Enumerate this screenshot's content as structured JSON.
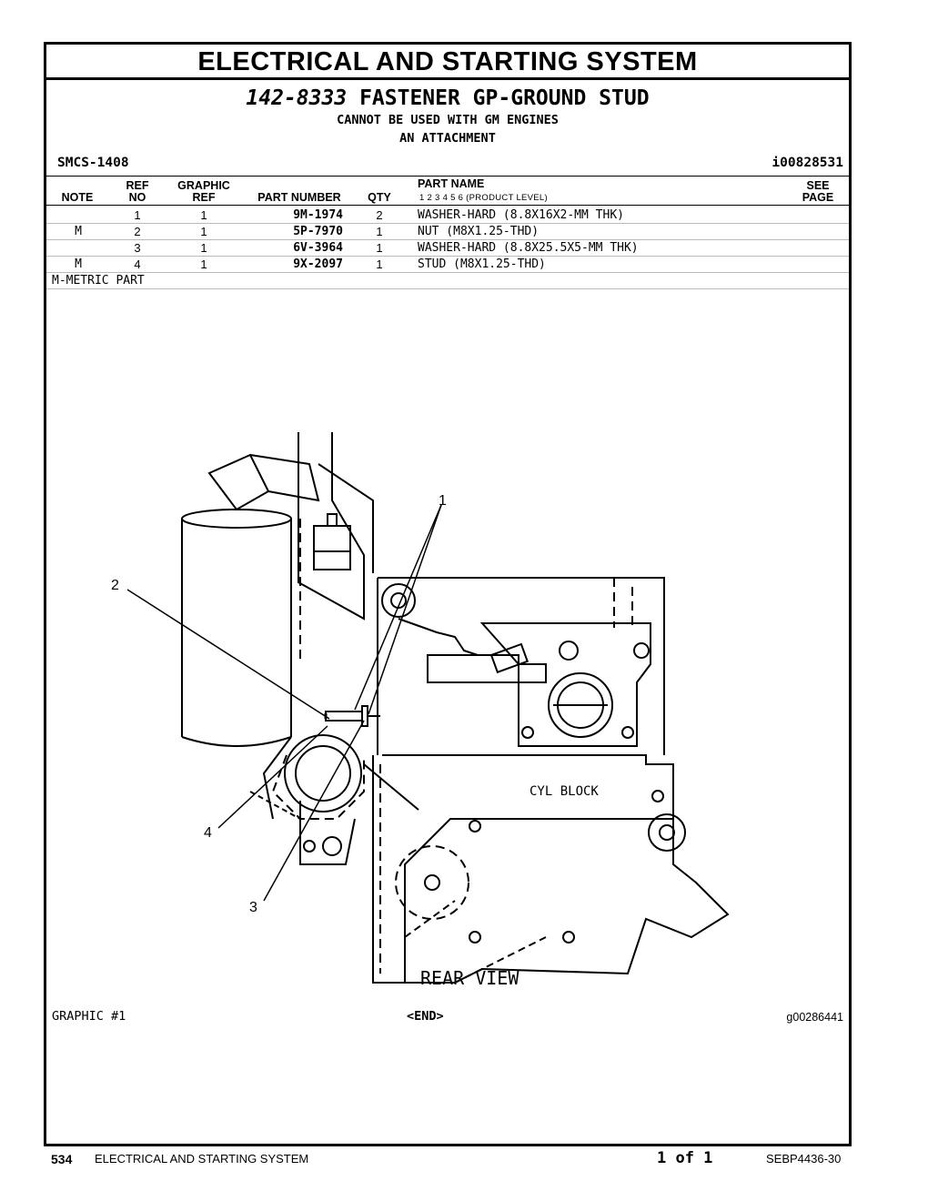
{
  "section_title": "ELECTRICAL AND STARTING SYSTEM",
  "group": {
    "part_number": "142-8333",
    "name": "FASTENER GP-GROUND STUD",
    "note1": "CANNOT BE USED WITH GM ENGINES",
    "note2": "AN ATTACHMENT"
  },
  "smcs": "SMCS-1408",
  "doc_id": "i00828531",
  "headers": {
    "note": "NOTE",
    "ref": "REF",
    "no": "NO",
    "graphic": "GRAPHIC",
    "graphic_ref": "REF",
    "part_number": "PART NUMBER",
    "qty": "QTY",
    "part_name": "PART NAME",
    "levels": "1 2 3 4 5 6 (PRODUCT LEVEL)",
    "see": "SEE",
    "page": "PAGE"
  },
  "rows": [
    {
      "note": "",
      "ref": "1",
      "graphic": "1",
      "part_number": "9M-1974",
      "qty": "2",
      "name": "WASHER-HARD (8.8X16X2-MM THK)"
    },
    {
      "note": "M",
      "ref": "2",
      "graphic": "1",
      "part_number": "5P-7970",
      "qty": "1",
      "name": "NUT (M8X1.25-THD)"
    },
    {
      "note": "",
      "ref": "3",
      "graphic": "1",
      "part_number": "6V-3964",
      "qty": "1",
      "name": "WASHER-HARD (8.8X25.5X5-MM THK)"
    },
    {
      "note": "M",
      "ref": "4",
      "graphic": "1",
      "part_number": "9X-2097",
      "qty": "1",
      "name": "STUD (M8X1.25-THD)"
    }
  ],
  "metric_note": "M-METRIC PART",
  "drawing": {
    "callouts": [
      "1",
      "2",
      "3",
      "4"
    ],
    "label_block": "CYL BLOCK",
    "label_view": "REAR VIEW"
  },
  "graphic_label": "GRAPHIC #1",
  "end_label": "<END>",
  "graphic_id": "g00286441",
  "footer": {
    "page": "534",
    "section": "ELECTRICAL AND STARTING SYSTEM",
    "page_of": "1 of 1",
    "doc": "SEBP4436-30"
  }
}
